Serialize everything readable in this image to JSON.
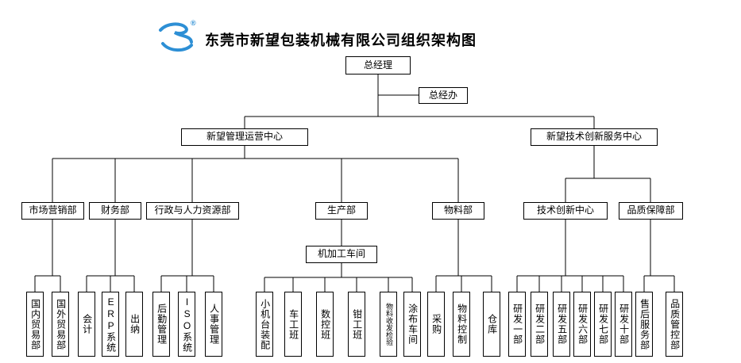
{
  "title": "东莞市新望包装机械有限公司组织架构图",
  "logo": {
    "registered": "®"
  },
  "colors": {
    "line": "#000000",
    "box_border": "#000000",
    "logo_blue": "#2d8fd5"
  },
  "nodes": {
    "gm": {
      "label": "总经理"
    },
    "gm_office": {
      "label": "总经办"
    },
    "mgmt_center": {
      "label": "新望管理运营中心"
    },
    "tech_center": {
      "label": "新望技术创新服务中心"
    },
    "marketing": {
      "label": "市场营销部"
    },
    "finance": {
      "label": "财务部"
    },
    "hr": {
      "label": "行政与人力资源部"
    },
    "production": {
      "label": "生产部"
    },
    "materials": {
      "label": "物料部"
    },
    "innovation": {
      "label": "技术创新中心"
    },
    "quality": {
      "label": "品质保障部"
    },
    "machining": {
      "label": "机加工车间"
    },
    "domestic_trade": {
      "label": "国内贸易部"
    },
    "foreign_trade": {
      "label": "国外贸易部"
    },
    "accounting": {
      "label": "会计"
    },
    "erp": {
      "label": "ERP系统"
    },
    "cashier": {
      "label": "出纳"
    },
    "logistics": {
      "label": "后勤管理"
    },
    "iso": {
      "label": "ISO系统"
    },
    "personnel": {
      "label": "人事管理"
    },
    "small_assembly": {
      "label": "小机台装配"
    },
    "lathe": {
      "label": "车工班"
    },
    "cnc": {
      "label": "数控班"
    },
    "fitter": {
      "label": "钳工班"
    },
    "material_inspection": {
      "label": "物料收发检验"
    },
    "coating": {
      "label": "涂布车间"
    },
    "purchasing": {
      "label": "采购"
    },
    "material_control": {
      "label": "物料控制"
    },
    "warehouse": {
      "label": "仓库"
    },
    "rd1": {
      "label": "研发一部"
    },
    "rd2": {
      "label": "研发二部"
    },
    "rd5": {
      "label": "研发五部"
    },
    "rd6": {
      "label": "研发六部"
    },
    "rd7": {
      "label": "研发七部"
    },
    "rd10": {
      "label": "研发十部"
    },
    "after_sales": {
      "label": "售后服务部"
    },
    "quality_control": {
      "label": "品质管控部"
    }
  },
  "hierarchy": {
    "总经理": [
      "总经办",
      "新望管理运营中心",
      "新望技术创新服务中心"
    ],
    "新望管理运营中心": [
      "市场营销部",
      "财务部",
      "行政与人力资源部",
      "生产部",
      "物料部"
    ],
    "新望技术创新服务中心": [
      "技术创新中心",
      "品质保障部"
    ],
    "市场营销部": [
      "国内贸易部",
      "国外贸易部"
    ],
    "财务部": [
      "会计",
      "ERP系统",
      "出纳"
    ],
    "行政与人力资源部": [
      "后勤管理",
      "ISO系统",
      "人事管理"
    ],
    "生产部": [
      "机加工车间"
    ],
    "机加工车间": [
      "小机台装配",
      "车工班",
      "数控班",
      "钳工班",
      "物料收发检验",
      "涂布车间"
    ],
    "物料部": [
      "采购",
      "物料控制",
      "仓库"
    ],
    "技术创新中心": [
      "研发一部",
      "研发二部",
      "研发五部",
      "研发六部",
      "研发七部",
      "研发十部"
    ],
    "品质保障部": [
      "售后服务部",
      "品质管控部"
    ]
  }
}
